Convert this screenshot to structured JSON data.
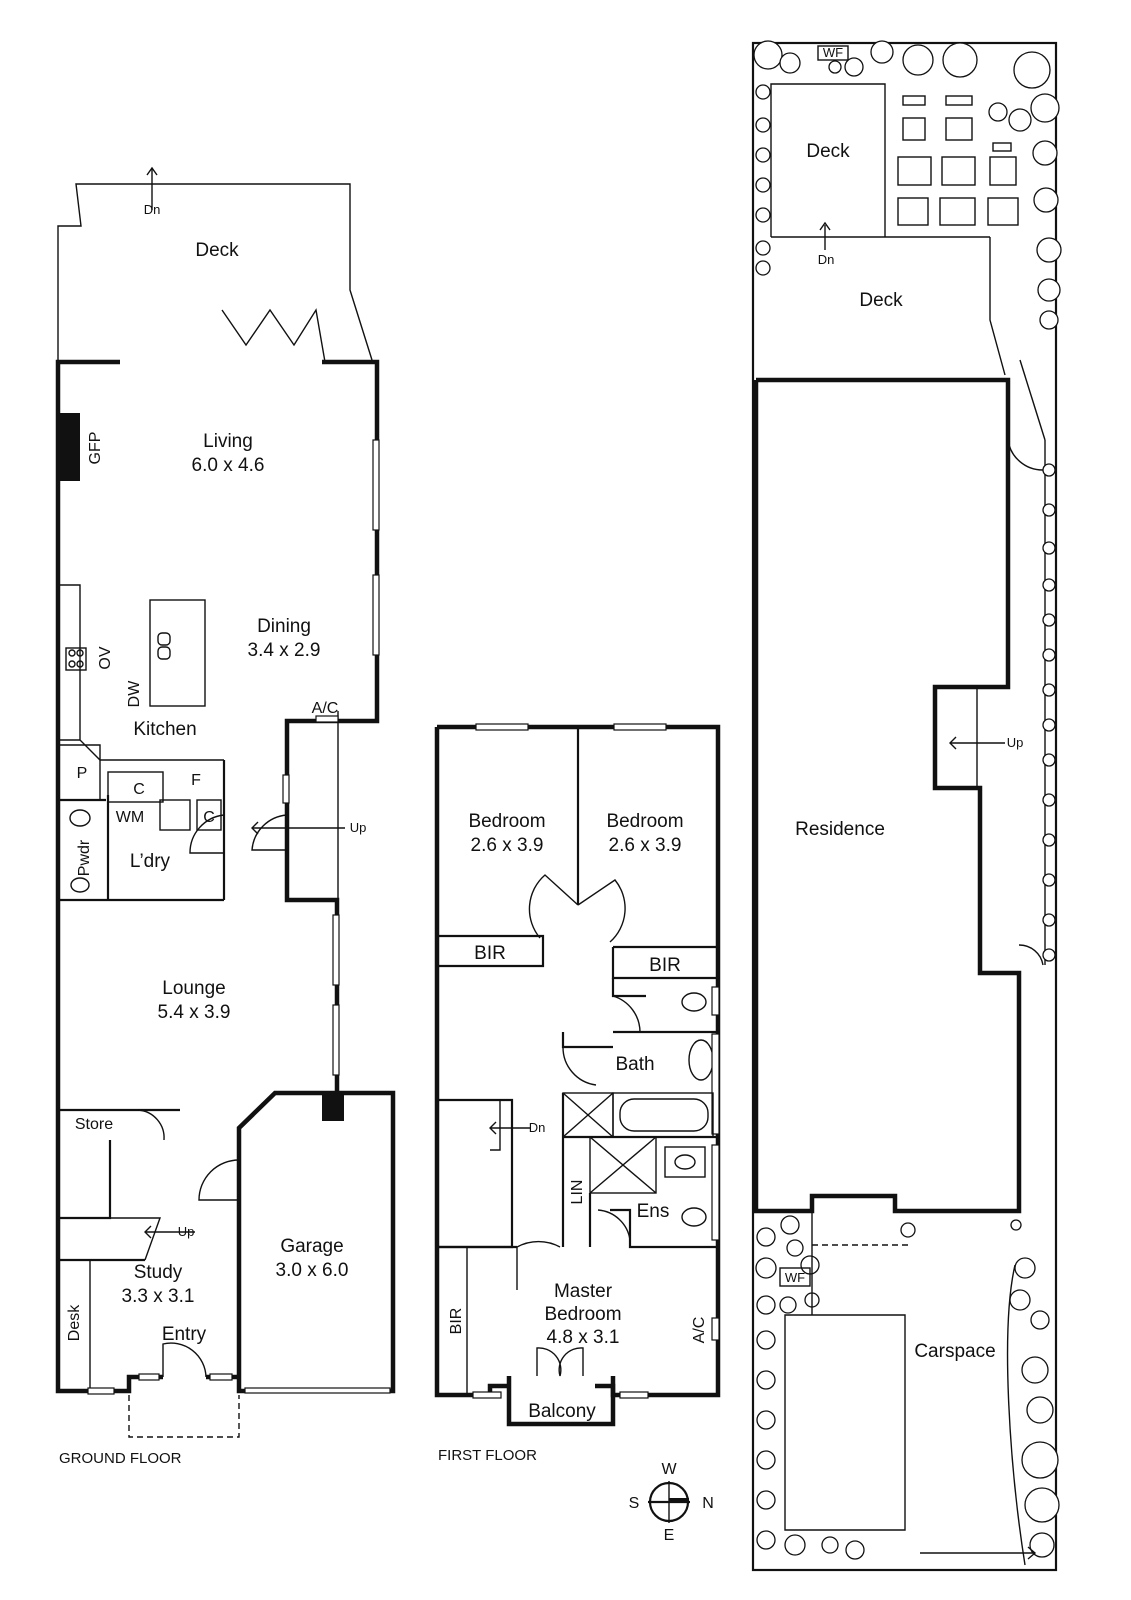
{
  "ground_floor": {
    "caption": "GROUND FLOOR",
    "rooms": {
      "deck": "Deck",
      "deck_dn": "Dn",
      "gfp": "GFP",
      "living": "Living",
      "living_size": "6.0 x 4.6",
      "dining": "Dining",
      "dining_size": "3.4 x 2.9",
      "ov": "OV",
      "dw": "DW",
      "kitchen": "Kitchen",
      "ac": "A/C",
      "p": "P",
      "c1": "C",
      "f": "F",
      "wm": "WM",
      "c2": "C",
      "up1": "Up",
      "pwdr": "Pwdr",
      "ldry": "L’dry",
      "lounge": "Lounge",
      "lounge_size": "5.4 x 3.9",
      "store": "Store",
      "up2": "Up",
      "study": "Study",
      "study_size": "3.3 x 3.1",
      "desk": "Desk",
      "entry": "Entry",
      "garage": "Garage",
      "garage_size": "3.0 x 6.0"
    }
  },
  "first_floor": {
    "caption": "FIRST FLOOR",
    "rooms": {
      "bedroom1": "Bedroom",
      "bedroom1_size": "2.6 x 3.9",
      "bedroom2": "Bedroom",
      "bedroom2_size": "2.6 x 3.9",
      "bir1": "BIR",
      "bir2": "BIR",
      "bath": "Bath",
      "dn": "Dn",
      "lin": "LIN",
      "ens": "Ens",
      "master": "Master",
      "master2": "Bedroom",
      "master_size": "4.8 x 3.1",
      "bir3": "BIR",
      "ac": "A/C",
      "balcony": "Balcony"
    }
  },
  "compass": {
    "w": "W",
    "s": "S",
    "n": "N",
    "e": "E"
  },
  "site_plan": {
    "wf1": "WF",
    "deck_upper": "Deck",
    "dn": "Dn",
    "deck_lower": "Deck",
    "up": "Up",
    "residence": "Residence",
    "wf2": "WF",
    "carspace": "Carspace"
  }
}
